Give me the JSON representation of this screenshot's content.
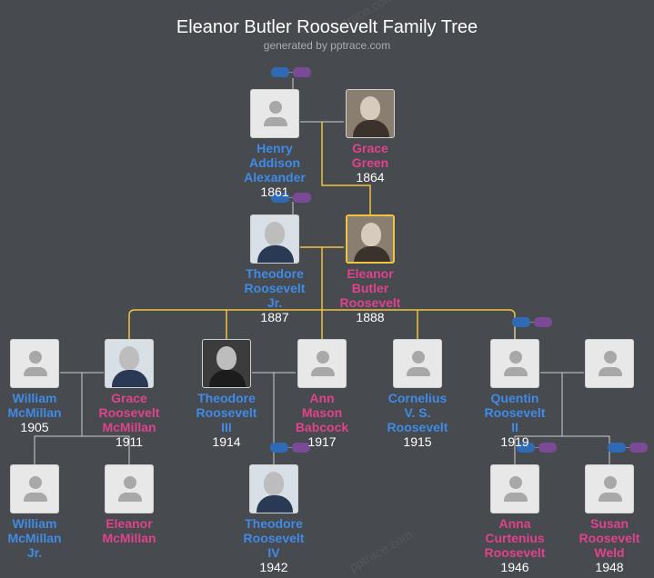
{
  "header": {
    "title": "Eleanor Butler Roosevelt Family Tree",
    "subtitle": "generated by pptrace.com",
    "watermark": "pptrace.com"
  },
  "colors": {
    "background": "#474a4f",
    "male": "#3f8be5",
    "female": "#e0428c",
    "highlight_line": "#f0c340",
    "line": "#cfcfcf"
  },
  "people": {
    "henry": {
      "name": "Henry\nAddison\nAlexander",
      "year": "1861",
      "gender": "m",
      "photo": false
    },
    "grace_green": {
      "name": "Grace\nGreen",
      "year": "1864",
      "gender": "f",
      "photo": true
    },
    "theodore_jr": {
      "name": "Theodore\nRoosevelt\nJr.",
      "year": "1887",
      "gender": "m",
      "photo": true
    },
    "eleanor": {
      "name": "Eleanor\nButler\nRoosevelt",
      "year": "1888",
      "gender": "f",
      "photo": true,
      "selected": true
    },
    "william": {
      "name": "William\nMcMillan",
      "year": "1905",
      "gender": "m",
      "photo": false
    },
    "grace_mcmillan": {
      "name": "Grace\nRoosevelt\nMcMillan",
      "year": "1911",
      "gender": "f",
      "photo": true
    },
    "theodore_iii": {
      "name": "Theodore\nRoosevelt\nIII",
      "year": "1914",
      "gender": "m",
      "photo": true
    },
    "ann": {
      "name": "Ann Mason\nBabcock",
      "year": "1917",
      "gender": "f",
      "photo": false
    },
    "cornelius": {
      "name": "Cornelius\nV. S.\nRoosevelt",
      "year": "1915",
      "gender": "m",
      "photo": false
    },
    "quentin": {
      "name": "Quentin\nRoosevelt\nII",
      "year": "1919",
      "gender": "m",
      "photo": false
    },
    "quentin_spouse": {
      "name": "",
      "year": "",
      "gender": "f",
      "photo": false
    },
    "william_jr": {
      "name": "William\nMcMillan\nJr.",
      "year": "",
      "gender": "m",
      "photo": false
    },
    "eleanor_mcmillan": {
      "name": "Eleanor\nMcMillan",
      "year": "",
      "gender": "f",
      "photo": false
    },
    "theodore_iv": {
      "name": "Theodore\nRoosevelt\nIV",
      "year": "1942",
      "gender": "m",
      "photo": true
    },
    "anna": {
      "name": "Anna\nCurtenius\nRoosevelt",
      "year": "1946",
      "gender": "f",
      "photo": false
    },
    "susan": {
      "name": "Susan\nRoosevelt\nWeld",
      "year": "1948",
      "gender": "f",
      "photo": false
    }
  }
}
